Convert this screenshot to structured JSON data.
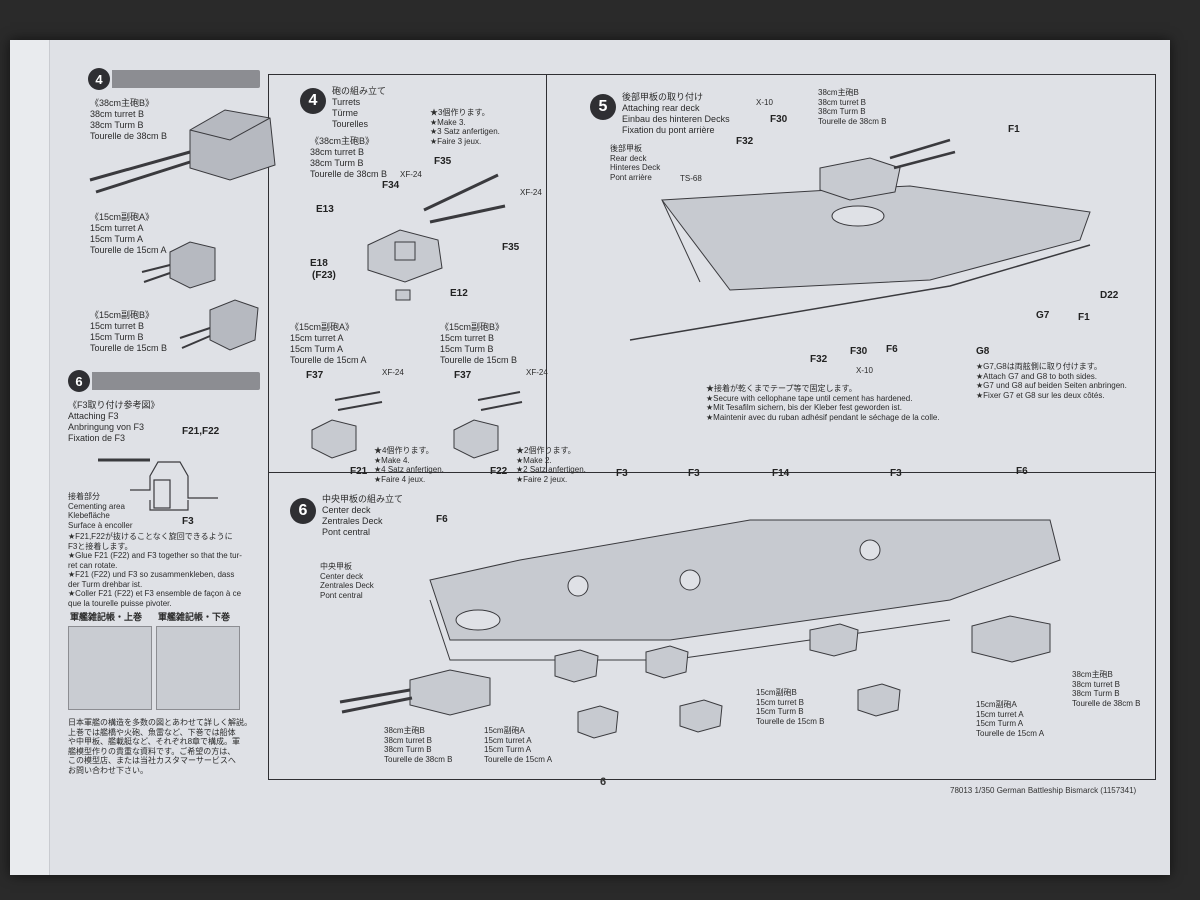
{
  "colors": {
    "paper": "#dfe1e6",
    "ink": "#2f2f33",
    "bar": "#8c8d92",
    "background": "#2a2a2a"
  },
  "left_column": {
    "step4": {
      "number": "4",
      "turret_38b": [
        "《38cm主砲B》",
        "38cm turret B",
        "38cm Turm B",
        "Tourelle de 38cm B"
      ],
      "turret_15a": [
        "《15cm副砲A》",
        "15cm turret A",
        "15cm Turm A",
        "Tourelle de 15cm A"
      ],
      "turret_15b": [
        "《15cm副砲B》",
        "15cm turret B",
        "15cm Turm B",
        "Tourelle de 15cm B"
      ]
    },
    "step6": {
      "number": "6",
      "title": [
        "《F3取り付け参考図》",
        "Attaching F3",
        "Anbringung von F3",
        "Fixation de F3"
      ],
      "part_f21_f22": "F21,F22",
      "part_f3": "F3",
      "cementing": [
        "接着部分",
        "Cementing area",
        "Klebefläche",
        "Surface à encoller"
      ],
      "notes": [
        "★F21,F22が抜けることなく旋回できるように",
        "F3と接着します。",
        "★Glue F21 (F22) and F3 together so that the tur-",
        "ret can rotate.",
        "★F21 (F22) und F3 so zusammenkleben, dass",
        "der Turm drehbar ist.",
        "★Coller F21 (F22) et F3 ensemble de façon à ce",
        "que la tourelle puisse pivoter."
      ],
      "books": [
        "軍艦雑記帳・上巻",
        "軍艦雑記帳・下巻"
      ],
      "bottom_text": [
        "日本軍艦の構造を多数の図とあわせて詳しく解説。",
        "上巻では艦橋や火砲、魚雷など、下巻では船体",
        "や中甲板、艦載艇など、それぞれ8章で構成。軍",
        "艦模型作りの貴重な資料です。ご希望の方は、",
        "この模型店、または当社カスタマーサービスへ",
        "お問い合わせ下さい。"
      ]
    }
  },
  "center_panel": {
    "step4": {
      "number": "4",
      "title": [
        "砲の組み立て",
        "Turrets",
        "Türme",
        "Tourelles"
      ],
      "make3": [
        "★3個作ります。",
        "★Make 3.",
        "★3 Satz anfertigen.",
        "★Faire 3 jeux."
      ],
      "turret_38b": [
        "《38cm主砲B》",
        "38cm turret B",
        "38cm Turm B",
        "Tourelle de 38cm B"
      ],
      "parts": {
        "f35a": "F35",
        "f35b": "F35",
        "f34": "F34",
        "xf24a": "XF-24",
        "xf24b": "XF-24",
        "e13": "E13",
        "e18": "E18",
        "f23": "(F23)",
        "e12": "E12"
      },
      "turret_15a": [
        "《15cm副砲A》",
        "15cm turret A",
        "15cm Turm A",
        "Tourelle de 15cm A"
      ],
      "turret_15b": [
        "《15cm副砲B》",
        "15cm turret B",
        "15cm Turm B",
        "Tourelle de 15cm B"
      ],
      "make4": [
        "★4個作ります。",
        "★Make 4.",
        "★4 Satz anfertigen.",
        "★Faire 4 jeux."
      ],
      "make2": [
        "★2個作ります。",
        "★Make 2.",
        "★2 Satz anfertigen.",
        "★Faire 2 jeux."
      ],
      "f37a": "F37",
      "f37b": "F37",
      "f21": "F21",
      "f22": "F22",
      "xf24c": "XF-24",
      "xf24d": "XF-24"
    }
  },
  "right_panel": {
    "step5": {
      "number": "5",
      "title": [
        "後部甲板の取り付け",
        "Attaching rear deck",
        "Einbau des hinteren Decks",
        "Fixation du pont arrière"
      ],
      "rear_deck": [
        "後部甲板",
        "Rear deck",
        "Hinteres Deck",
        "Pont arrière"
      ],
      "turret_38b": [
        "38cm主砲B",
        "38cm turret B",
        "38cm Turm B",
        "Tourelle de 38cm B"
      ],
      "parts": {
        "x10a": "X-10",
        "f30a": "F30",
        "f32a": "F32",
        "ts68": "TS-68",
        "f1a": "F1",
        "f1b": "F1",
        "g7": "G7",
        "g8": "G8",
        "d22": "D22",
        "f32b": "F32",
        "f30b": "F30",
        "f6": "F6",
        "x10b": "X-10"
      },
      "g_notes": [
        "★G7,G8は両舷側に取り付けます。",
        "★Attach G7 and G8 to both sides.",
        "★G7 und G8 auf beiden Seiten anbringen.",
        "★Fixer G7 et G8 sur les deux côtés."
      ],
      "tape_notes": [
        "★接着が乾くまでテープ等で固定します。",
        "★Secure with cellophane tape until cement has hardened.",
        "★Mit Tesafilm sichern, bis der Kleber fest geworden ist.",
        "★Maintenir avec du ruban adhésif pendant le séchage de la colle."
      ]
    },
    "step6": {
      "number": "6",
      "title": [
        "中央甲板の組み立て",
        "Center deck",
        "Zentrales Deck",
        "Pont central"
      ],
      "center_deck": [
        "中央甲板",
        "Center deck",
        "Zentrales Deck",
        "Pont central"
      ],
      "parts": {
        "f6a": "F6",
        "f6b": "F6",
        "f3a": "F3",
        "f3b": "F3",
        "f3c": "F3",
        "f14": "F14"
      },
      "turret_38b_left": [
        "38cm主砲B",
        "38cm turret B",
        "38cm Turm B",
        "Tourelle de 38cm B"
      ],
      "turret_15a_left": [
        "15cm副砲A",
        "15cm turret A",
        "15cm Turm A",
        "Tourelle de 15cm A"
      ],
      "turret_15b_mid": [
        "15cm副砲B",
        "15cm turret B",
        "15cm Turm B",
        "Tourelle de 15cm B"
      ],
      "turret_15a_right": [
        "15cm副砲A",
        "15cm turret A",
        "15cm Turm A",
        "Tourelle de 15cm A"
      ],
      "turret_38b_right": [
        "38cm主砲B",
        "38cm turret B",
        "38cm Turm B",
        "Tourelle de 38cm B"
      ]
    }
  },
  "footer": {
    "page_number": "6",
    "product": "78013  1/350 German Battleship Bismarck (1157341)"
  }
}
